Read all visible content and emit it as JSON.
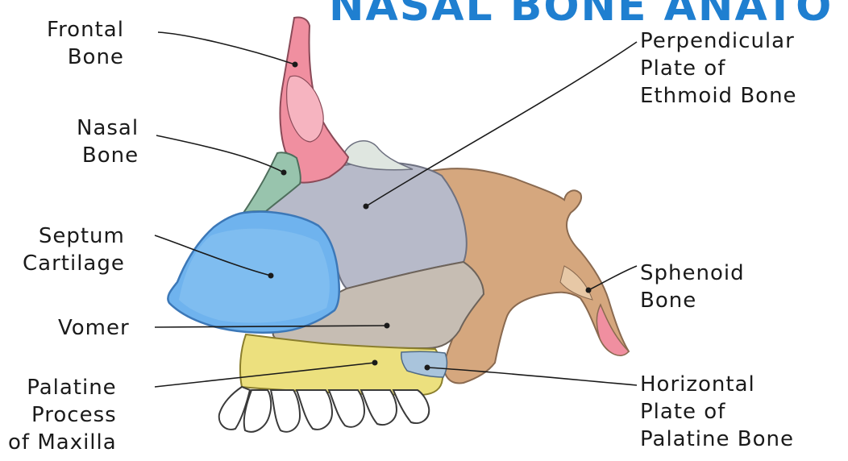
{
  "title": "NASAL BONE ANATO",
  "colors": {
    "frontal_bone": "#f08fa0",
    "nasal_bone": "#98c4ad",
    "ethmoid_plate": "#b7bac9",
    "septum_cartilage": "#6fb3ee",
    "vomer": "#c6bdb3",
    "palatine_process": "#ece07e",
    "sphenoid": "#d5a77e",
    "horizontal_plate": "#a9c4dc",
    "title": "#1f7fd0"
  },
  "labels": {
    "frontal_bone": [
      "Frontal",
      "Bone"
    ],
    "nasal_bone": [
      "Nasal",
      "Bone"
    ],
    "septum_cartilage": [
      "Septum",
      "Cartilage"
    ],
    "vomer": [
      "Vomer"
    ],
    "palatine_process": [
      "Palatine",
      "Process",
      "of Maxilla"
    ],
    "perpendicular_plate": [
      "Perpendicular",
      "Plate of",
      "Ethmoid Bone"
    ],
    "sphenoid_bone": [
      "Sphenoid",
      "Bone"
    ],
    "horizontal_plate": [
      "Horizontal",
      "Plate of",
      "Palatine Bone"
    ]
  }
}
